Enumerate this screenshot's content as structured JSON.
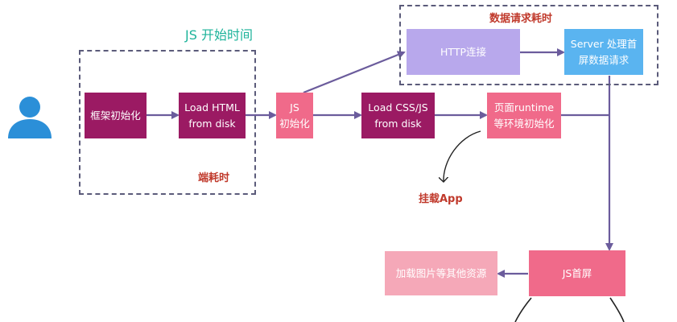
{
  "labels": {
    "js_start_time": "JS 开始时间",
    "data_request_time": "数据请求耗时",
    "client_time": "端耗时",
    "mount_app": "挂载App"
  },
  "nodes": {
    "framework_init": "框架初始化",
    "load_html": "Load HTML\nfrom disk",
    "js_init": "JS\n初始化",
    "load_css_js": "Load CSS/JS\nfrom disk",
    "page_runtime_init": "页面runtime\n等环境初始化",
    "http_connect": "HTTP连接",
    "server_process": "Server 处理首\n屏数据请求",
    "js_first_screen": "JS首屏",
    "load_other_resources": "加载图片等其他资源"
  },
  "icons": {
    "user": "user-icon"
  },
  "colors": {
    "dark_magenta": "#9b1a63",
    "pink": "#f06a8a",
    "light_pink": "#f5a8b8",
    "lavender": "#b8a8ec",
    "sky_blue": "#5ab4f0",
    "arrow": "#6b5c9c",
    "user": "#2b8fd8",
    "teal": "#1db39a",
    "red_label": "#c0392b"
  }
}
